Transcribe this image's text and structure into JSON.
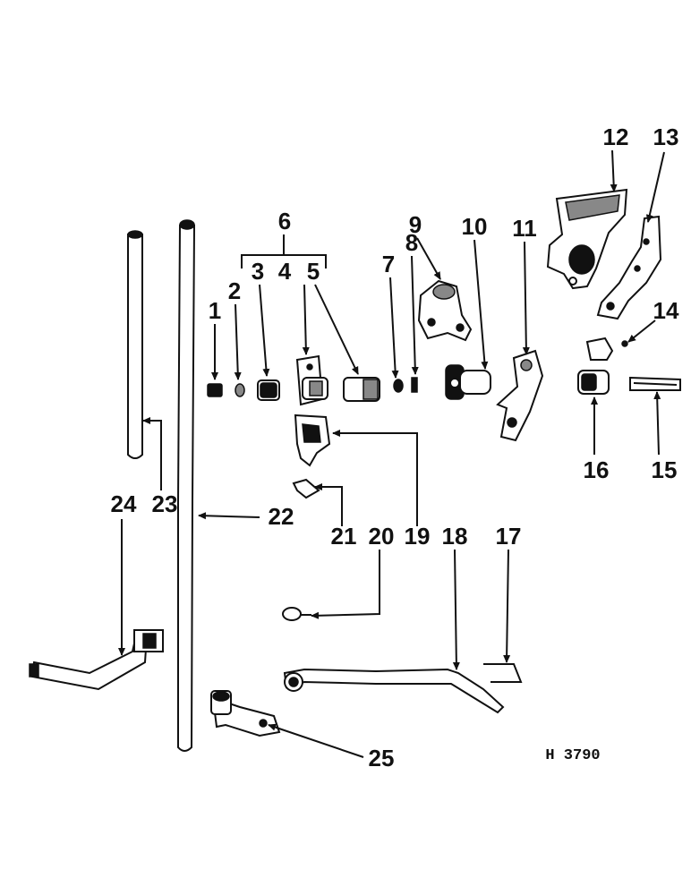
{
  "diagram": {
    "drawing_code": "H 3790",
    "callouts": {
      "n1": "1",
      "n2": "2",
      "n3": "3",
      "n4": "4",
      "n5": "5",
      "n6": "6",
      "n7": "7",
      "n8": "8",
      "n9": "9",
      "n10": "10",
      "n11": "11",
      "n12": "12",
      "n13": "13",
      "n14": "14",
      "n15": "15",
      "n16": "16",
      "n17": "17",
      "n18": "18",
      "n19": "19",
      "n20": "20",
      "n21": "21",
      "n22": "22",
      "n23": "23",
      "n24": "24",
      "n25": "25"
    }
  }
}
